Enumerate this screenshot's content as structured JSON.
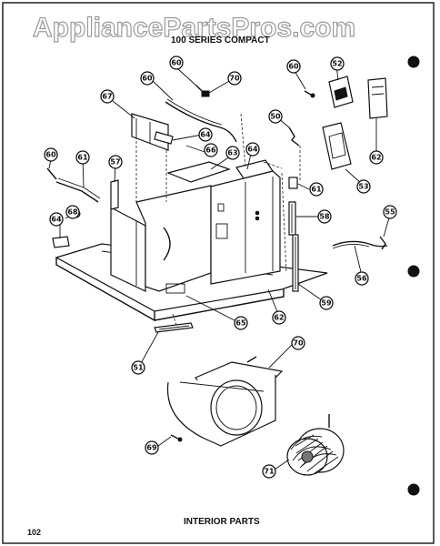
{
  "watermark": "AppliancePartsPros.com",
  "diagram": {
    "title": "100 SERIES COMPACT",
    "caption": "INTERIOR PARTS",
    "page_number": "102",
    "callouts": [
      {
        "id": "c-60a",
        "label": "60"
      },
      {
        "id": "c-70a",
        "label": "70"
      },
      {
        "id": "c-60b",
        "label": "60"
      },
      {
        "id": "c-67",
        "label": "67"
      },
      {
        "id": "c-64a",
        "label": "64"
      },
      {
        "id": "c-66",
        "label": "66"
      },
      {
        "id": "c-60c",
        "label": "60"
      },
      {
        "id": "c-52",
        "label": "52"
      },
      {
        "id": "c-62a",
        "label": "62"
      },
      {
        "id": "c-50",
        "label": "50"
      },
      {
        "id": "c-53",
        "label": "53"
      },
      {
        "id": "c-60d",
        "label": "60"
      },
      {
        "id": "c-61",
        "label": "61"
      },
      {
        "id": "c-57",
        "label": "57"
      },
      {
        "id": "c-63",
        "label": "63"
      },
      {
        "id": "c-64b",
        "label": "64"
      },
      {
        "id": "c-61b",
        "label": "61"
      },
      {
        "id": "c-58",
        "label": "58"
      },
      {
        "id": "c-68",
        "label": "68"
      },
      {
        "id": "c-64c",
        "label": "64"
      },
      {
        "id": "c-55",
        "label": "55"
      },
      {
        "id": "c-56",
        "label": "56"
      },
      {
        "id": "c-59",
        "label": "59"
      },
      {
        "id": "c-62b",
        "label": "62"
      },
      {
        "id": "c-65",
        "label": "65"
      },
      {
        "id": "c-51",
        "label": "51"
      },
      {
        "id": "c-70b",
        "label": "70"
      },
      {
        "id": "c-69",
        "label": "69"
      },
      {
        "id": "c-71",
        "label": "71"
      }
    ]
  }
}
